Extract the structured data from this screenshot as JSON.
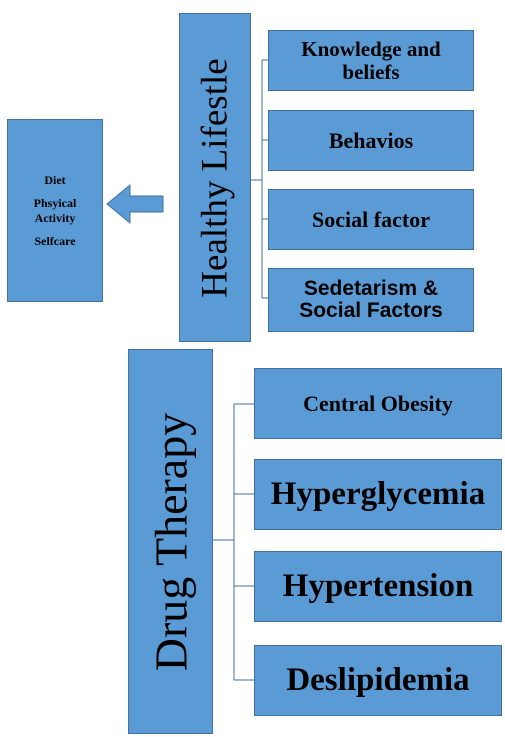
{
  "healthy_lifestyle": {
    "title": "Healthy Lifestle",
    "items": [
      {
        "line1": "Knowledge and",
        "line2": "beliefs"
      },
      {
        "line1": "Behavios",
        "line2": ""
      },
      {
        "line1": "Social factor",
        "line2": ""
      },
      {
        "line1": "Sedetarism &",
        "line2": "Social Factors"
      }
    ]
  },
  "left_box": {
    "items": [
      "Diet",
      "Phsyical Activity",
      "Selfcare"
    ]
  },
  "drug_therapy": {
    "title": "Drug Therapy",
    "items": [
      "Central Obesity",
      "Hyperglycemia",
      "Hypertension",
      "Deslipidemia"
    ]
  },
  "colors": {
    "box_fill": "#5b9bd5",
    "box_border": "#41719c",
    "connector": "#41719c"
  }
}
